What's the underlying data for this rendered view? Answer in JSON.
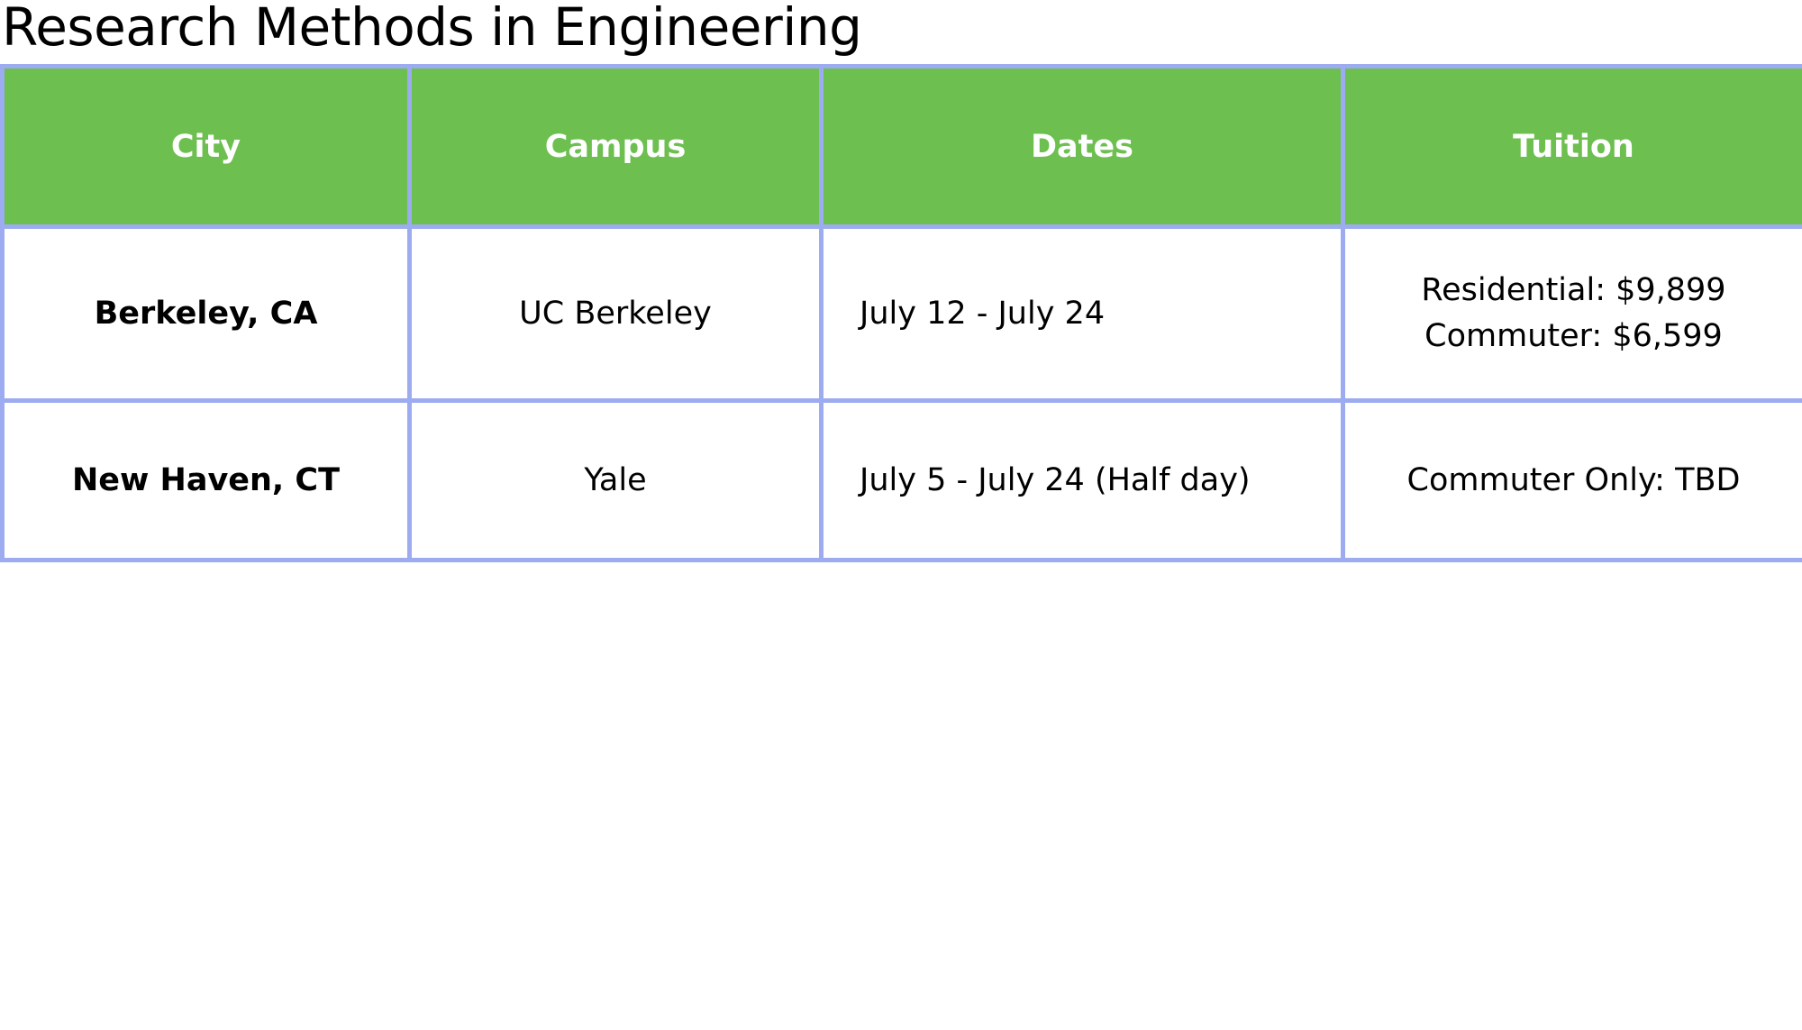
{
  "title": "Research Methods in Engineering",
  "colors": {
    "header_background": "#6dbf50",
    "header_text": "#ffffff",
    "border": "#9dabf0"
  },
  "table": {
    "headers": [
      "City",
      "Campus",
      "Dates",
      "Tuition"
    ],
    "rows": [
      {
        "city": "Berkeley, CA",
        "campus": "UC Berkeley",
        "dates": "July 12 - July 24",
        "tuition": [
          "Residential: $9,899",
          "Commuter: $6,599"
        ]
      },
      {
        "city": "New Haven, CT",
        "campus": "Yale",
        "dates": "July 5 - July 24 (Half day)",
        "tuition": [
          "Commuter Only: TBD"
        ]
      }
    ]
  }
}
